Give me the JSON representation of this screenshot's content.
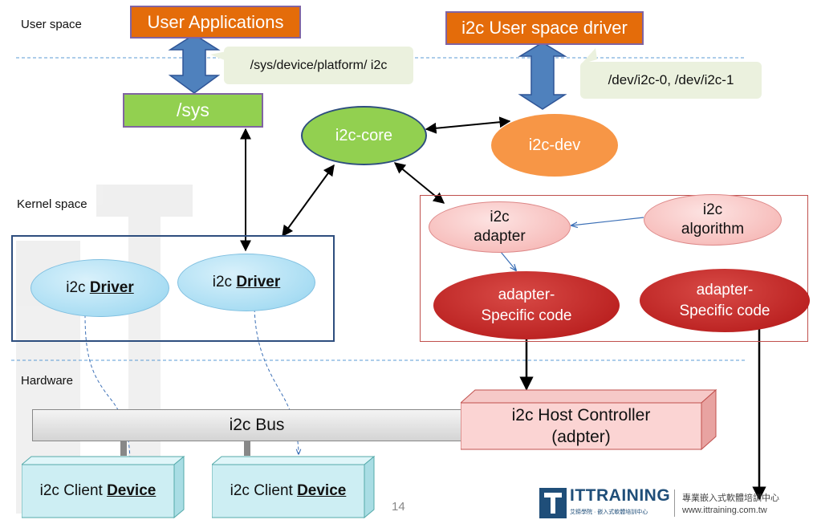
{
  "labels": {
    "user_space": "User space",
    "kernel_space": "Kernel space",
    "hardware": "Hardware"
  },
  "boxes": {
    "user_apps": "User Applications",
    "sys_path": "/sys/device/platform/ i2c",
    "sys": "/sys",
    "i2c_user_driver": "i2c User space driver",
    "dev_path": "/dev/i2c-0, /dev/i2c-1"
  },
  "nodes": {
    "core": "i2c-core",
    "dev": "i2c-dev",
    "driver1_prefix": "i2c ",
    "driver1_bold": "Driver",
    "driver2_prefix": "i2c ",
    "driver2_bold": "Driver",
    "adapter_line1": "i2c",
    "adapter_line2": "adapter",
    "algorithm_line1": "i2c",
    "algorithm_line2": "algorithm",
    "specific1_line1": "adapter-",
    "specific1_line2": "Specific code",
    "specific2_line1": "adapter-",
    "specific2_line2": "Specific code"
  },
  "hardware": {
    "bus": "i2c Bus",
    "host_line1": "i2c Host Controller",
    "host_line2": "(adpter)",
    "client1_prefix": "i2c Client ",
    "client1_bold": "Device",
    "client2_prefix": "i2c Client ",
    "client2_bold": "Device"
  },
  "page_number": "14",
  "logo": {
    "brand": "ITTRAINING",
    "sub_left": "艾鍗學院 · 嵌入式軟體培訓中心",
    "sub_right": "專業嵌入式軟體培訓中心",
    "url": "www.ittraining.com.tw"
  },
  "colors": {
    "orange": "#e46c0a",
    "green": "#92d050",
    "dev_orange": "#f79646",
    "border_purple": "#8064a2",
    "kernel_box": "#2e4e7e",
    "adapter_box": "#c0504d",
    "dark_red": "#b71c1c"
  }
}
